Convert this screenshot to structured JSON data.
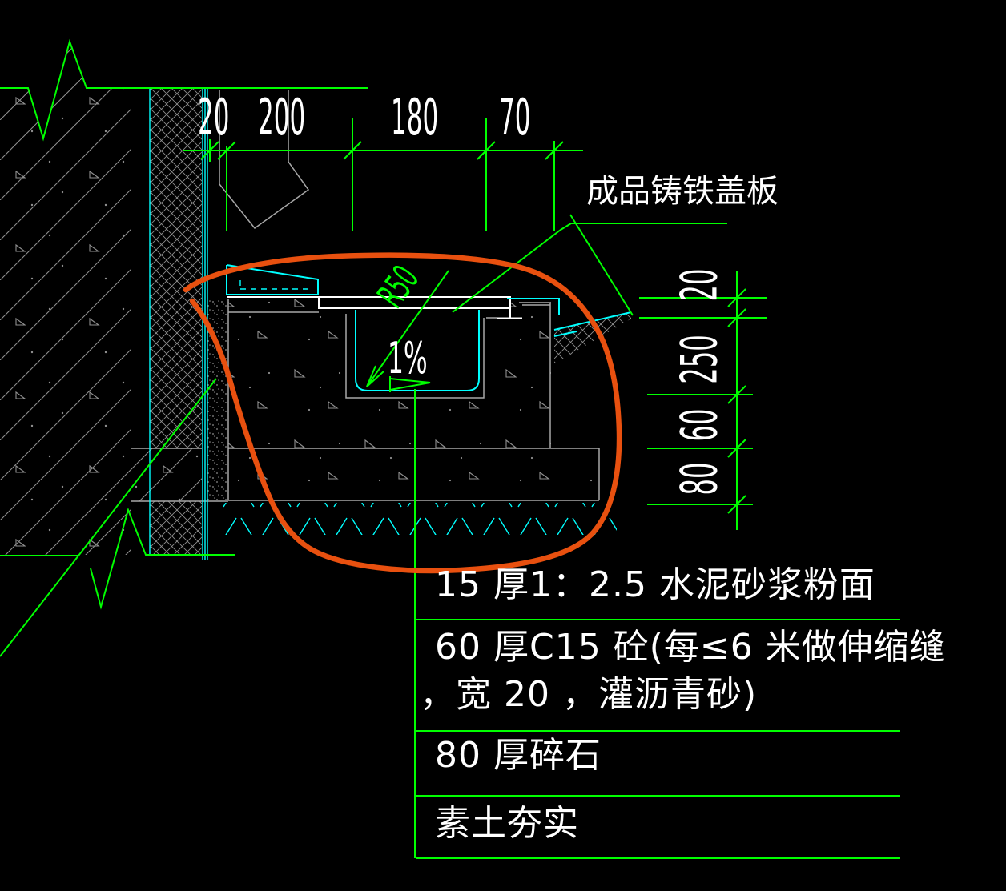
{
  "drawing": {
    "annotations": {
      "cover_plate_label": "成品铸铁盖板",
      "slope_label": "1%",
      "radius_label": "R50"
    },
    "dimensions": {
      "top": [
        "20",
        "200",
        "180",
        "70"
      ],
      "right": [
        "20",
        "250",
        "60",
        "80"
      ]
    },
    "notes": [
      "15 厚1：2.5 水泥砂浆粉面",
      "60 厚C15 砼(每≤6 米做伸缩缝",
      "，宽 20 ，灌沥青砂)",
      "80 厚碎石",
      "素土夯实"
    ],
    "colors": {
      "background": "#000000",
      "line_green": "#00ff00",
      "line_cyan": "#00ffff",
      "line_white": "#ffffff",
      "line_gray": "#a8a8a8",
      "hatch_gray": "#8f8f8f",
      "marker_orange": "#e8500f"
    }
  }
}
